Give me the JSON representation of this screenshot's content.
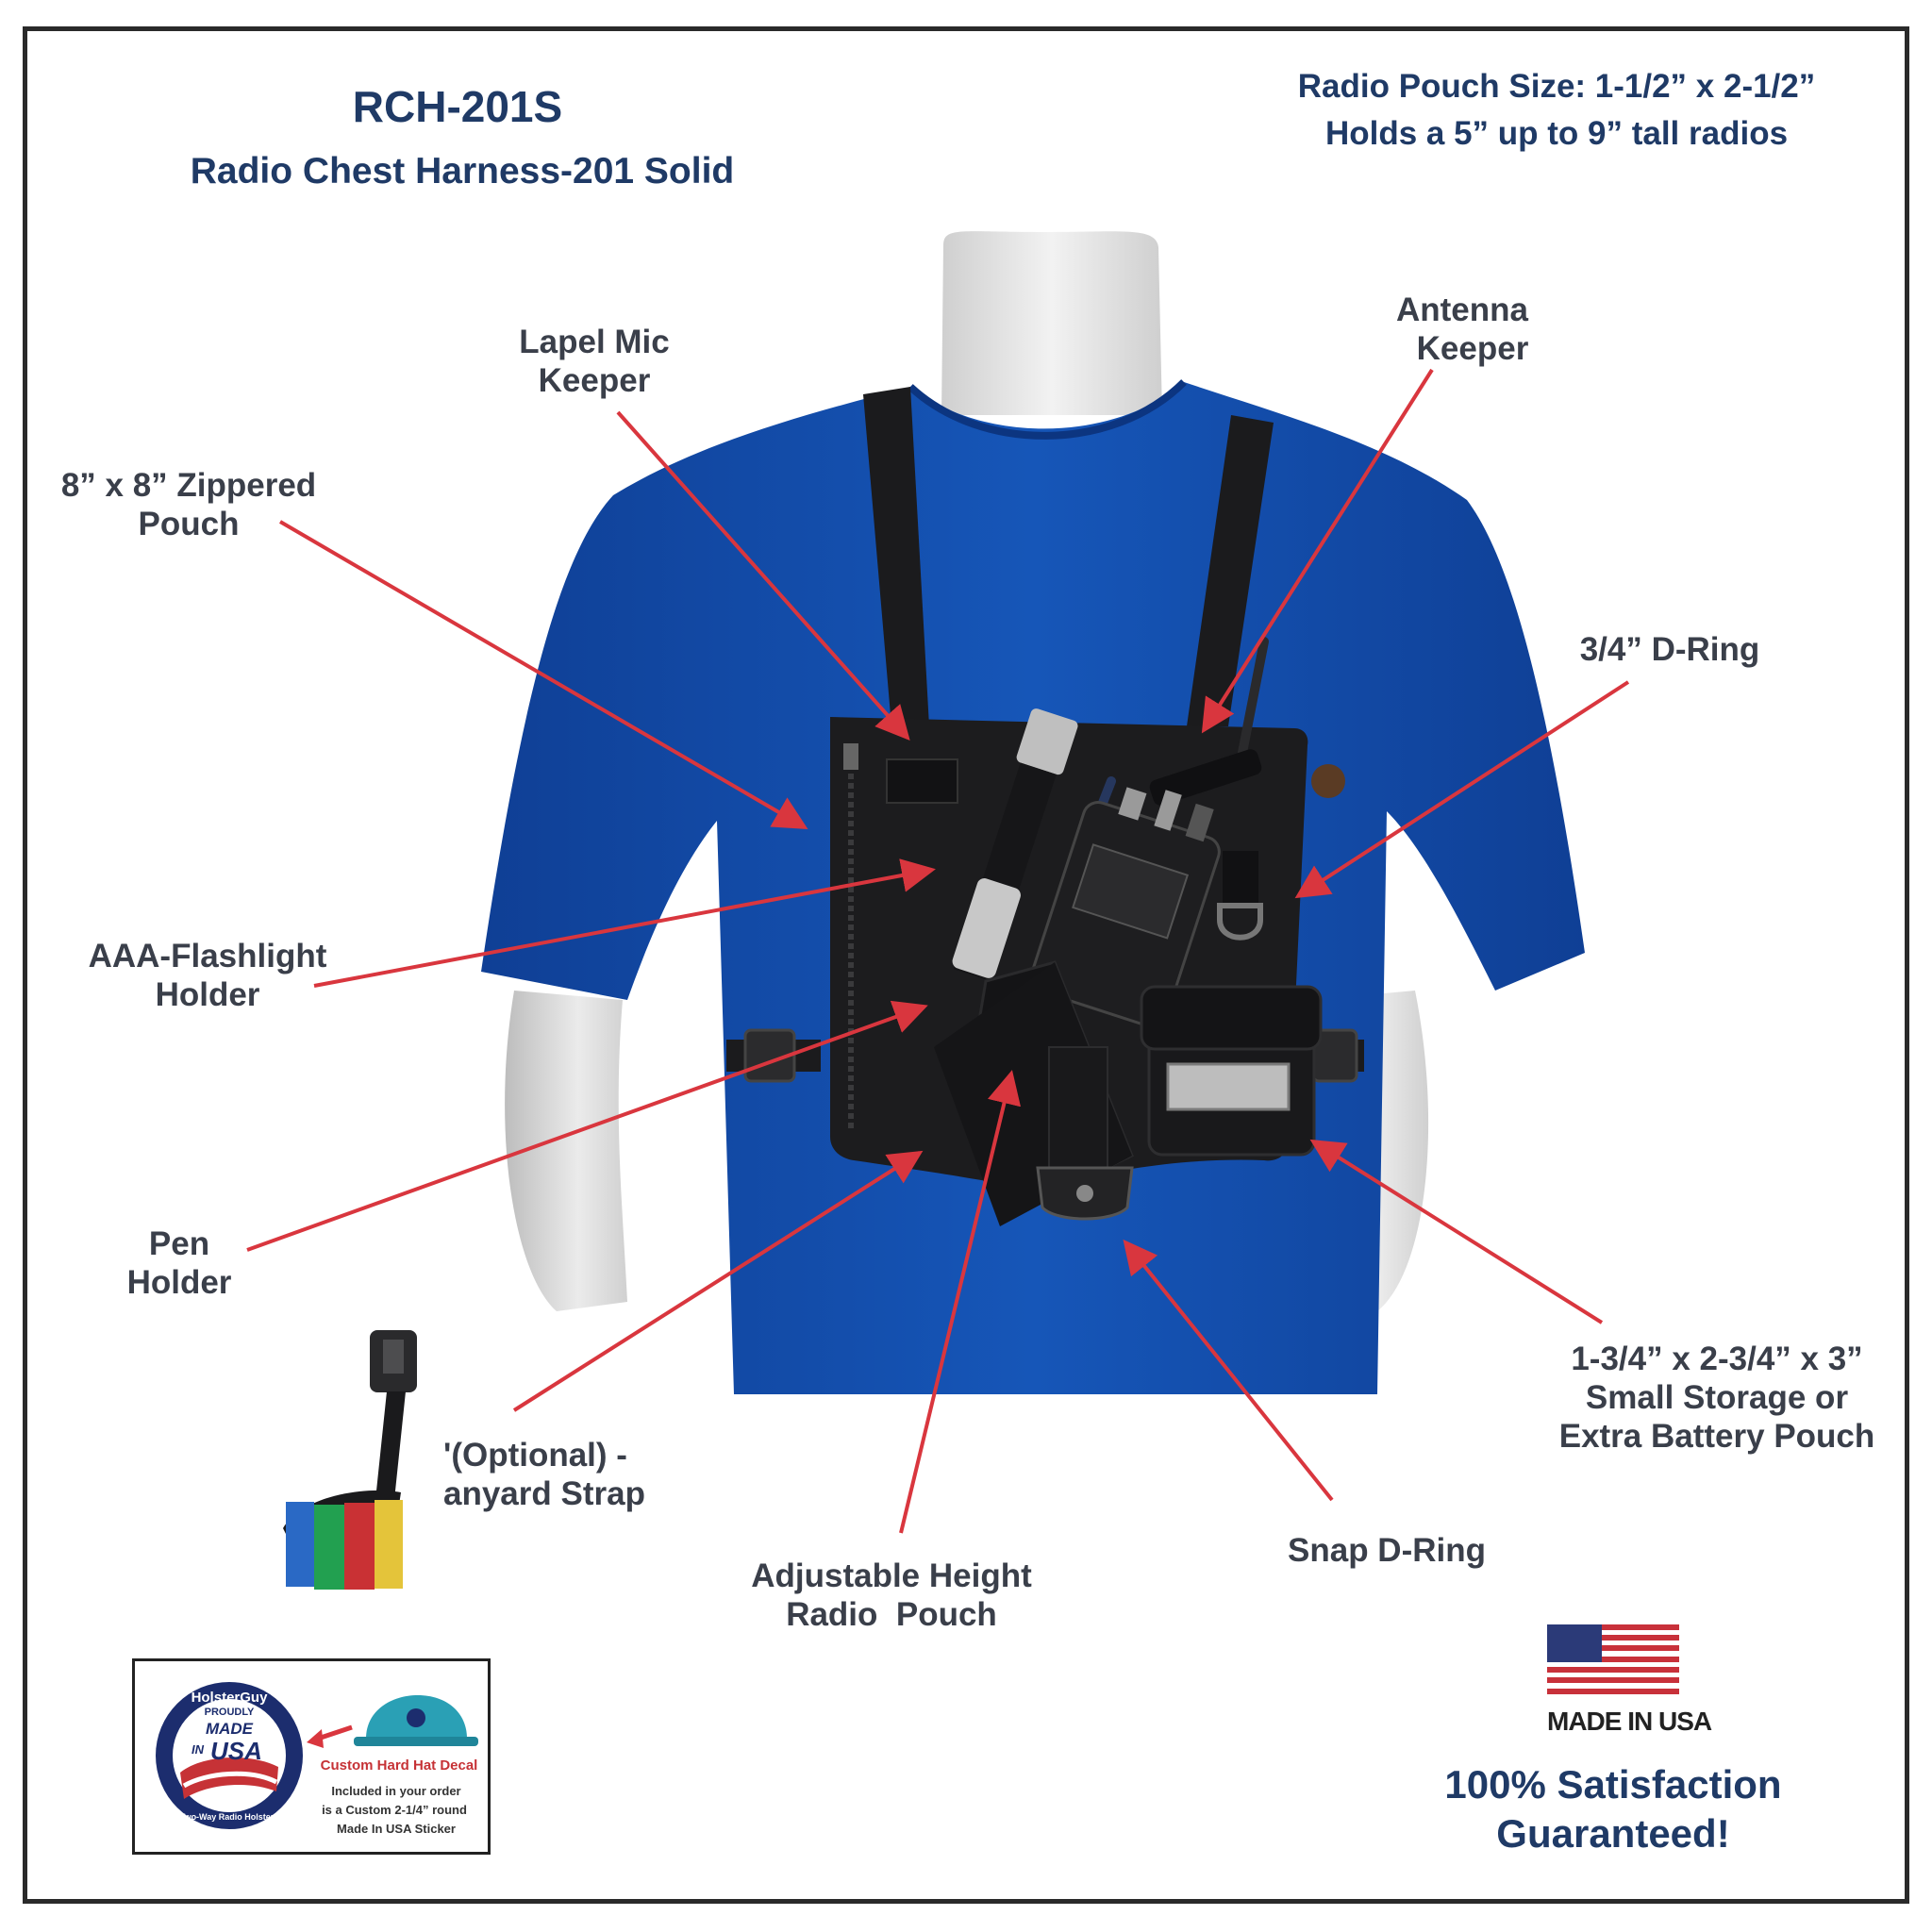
{
  "header": {
    "model": "RCH-201S",
    "name": "Radio Chest Harness-201 Solid",
    "pouch_size": "Radio Pouch Size: 1-1/2” x 2-1/2”",
    "holds": "Holds a 5” up to 9” tall radios"
  },
  "callouts": {
    "lapel_mic": [
      "Lapel Mic",
      "Keeper"
    ],
    "antenna": [
      "Antenna",
      "Keeper"
    ],
    "zipper_pouch": [
      "8” x 8” Zippered",
      "Pouch"
    ],
    "d_ring": [
      "3/4” D-Ring"
    ],
    "flashlight": [
      "AAA-Flashlight",
      "Holder"
    ],
    "pen": [
      "Pen",
      "Holder"
    ],
    "lanyard": [
      "'(Optional) -",
      "anyard Strap"
    ],
    "radio_pouch": [
      "Adjustable Height",
      "Radio  Pouch"
    ],
    "snap_ring": [
      "Snap D-Ring"
    ],
    "storage": [
      "1-3/4” x 2-3/4” x 3”",
      "Small Storage or",
      "Extra Battery Pouch"
    ]
  },
  "decal": {
    "badge_top": "HolsterGuy",
    "badge_proudly": "PROUDLY",
    "badge_made": "MADE",
    "badge_in": "IN",
    "badge_usa": "USA",
    "badge_bottom": "Two-Way Radio Holsters",
    "title": "Custom Hard Hat Decal",
    "line1": "Included in your order",
    "line2": "is a Custom 2-1/4” round",
    "line3": "Made In USA Sticker"
  },
  "flag_caption": "MADE IN USA",
  "guarantee": [
    "100% Satisfaction",
    "Guaranteed!"
  ],
  "colors": {
    "heading": "#1f3a66",
    "label": "#3a3f4a",
    "arrow": "#d9363e",
    "shirt": "#1550b0",
    "harness": "#1b1b1d",
    "mannequin": "#e4e4e4"
  }
}
